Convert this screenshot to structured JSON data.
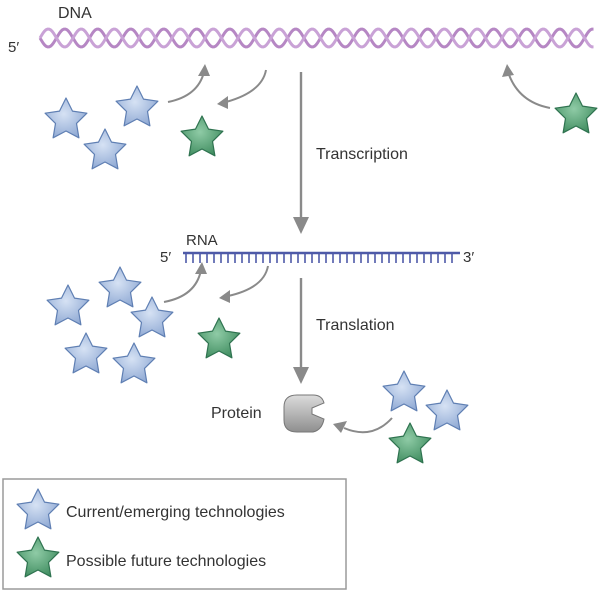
{
  "dna": {
    "label": "DNA",
    "end5": "5′"
  },
  "rna": {
    "label": "RNA",
    "end5": "5′",
    "end3": "3′"
  },
  "steps": {
    "transcription": "Transcription",
    "translation": "Translation"
  },
  "protein": {
    "label": "Protein"
  },
  "stars": [
    {
      "n": "1",
      "kind": "current"
    },
    {
      "n": "2",
      "kind": "current"
    },
    {
      "n": "3",
      "kind": "current"
    },
    {
      "n": "4",
      "kind": "current"
    },
    {
      "n": "5",
      "kind": "current"
    },
    {
      "n": "6",
      "kind": "current"
    },
    {
      "n": "7",
      "kind": "current"
    },
    {
      "n": "8",
      "kind": "current"
    },
    {
      "n": "9",
      "kind": "current"
    },
    {
      "n": "10",
      "kind": "current"
    },
    {
      "n": "11",
      "kind": "future"
    },
    {
      "n": "12",
      "kind": "future"
    },
    {
      "n": "13",
      "kind": "future"
    },
    {
      "n": "14",
      "kind": "future"
    }
  ],
  "legend": {
    "current": "Current/emerging technologies",
    "future": "Possible future technologies"
  },
  "colors": {
    "current_fill": "#9fb6db",
    "current_stroke": "#5f7fb3",
    "future_fill": "#4f9a70",
    "future_stroke": "#2f7350",
    "dna": "#b687c4",
    "rna": "#4e5aa8",
    "protein": "#9a9a9a"
  }
}
